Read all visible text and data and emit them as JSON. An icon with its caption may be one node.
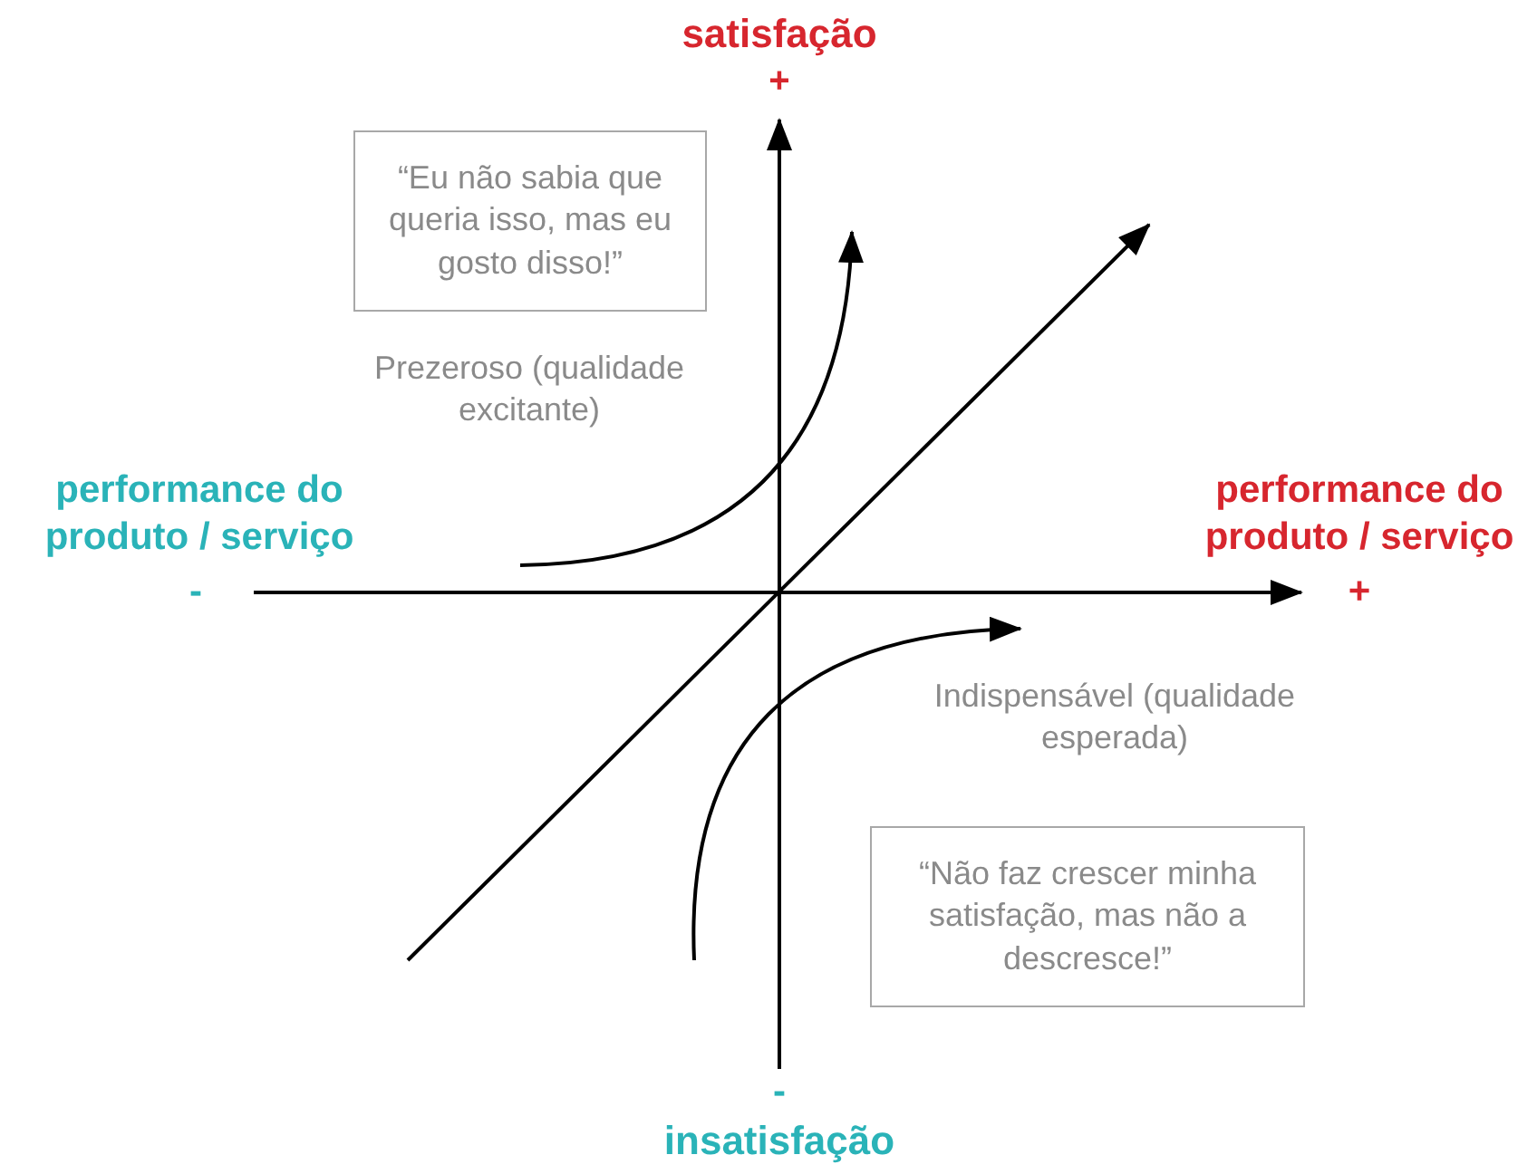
{
  "diagram": {
    "nodes": [
      {
        "text": [
          "“Eu não sabia que queria isso, mas eu gosto disso!”"
        ]
      },
      {
        "text": [
          "“Não faz crescer minha satisfação, mas não a descresce!”"
        ]
      }
    ],
    "labels": [
      "satisfação",
      "+",
      "Prezeroso (qualidade excitante)",
      "performance do produto / serviço",
      "performance do produto / serviço",
      "-",
      "+",
      "Indispensável (qualidade esperada)",
      "-",
      "insatisfação"
    ]
  }
}
